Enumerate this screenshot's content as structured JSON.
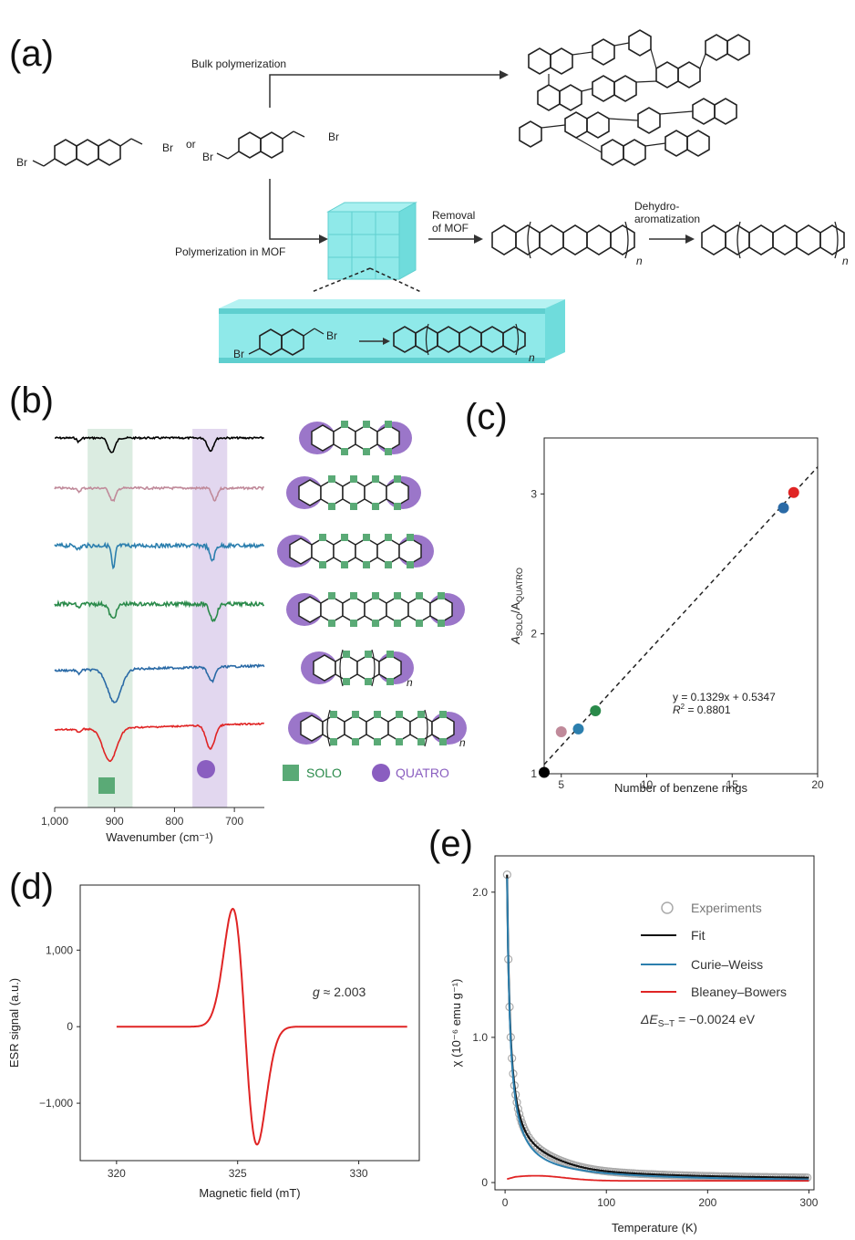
{
  "panels": {
    "a": {
      "label": "(a)",
      "bulk_polymerization": "Bulk polymerization",
      "polymerization_in_mof": "Polymerization in MOF",
      "removal_line1": "Removal",
      "removal_line2": "of MOF",
      "dehydro_line1": "Dehydro-",
      "dehydro_line2": "aromatization",
      "br": "Br",
      "or": "or",
      "n": "n"
    },
    "b": {
      "label": "(b)",
      "xlabel": "Wavenumber (cm⁻¹)",
      "xticks": [
        "1,000",
        "900",
        "800",
        "700"
      ],
      "legend_solo": "SOLO",
      "legend_quatro": "QUATRO"
    },
    "c": {
      "label": "(c)"
    },
    "d": {
      "label": "(d)"
    },
    "e": {
      "label": "(e)"
    }
  },
  "colors": {
    "black": "#000000",
    "pink": "#c08a9a",
    "teal": "#2c7fae",
    "green": "#2a8a4a",
    "blue": "#2a6aa6",
    "red": "#e02424",
    "solo_green": "#5aaa76",
    "quatro_purple": "#8a5ec0",
    "mof_cyan": "#7fe6e6"
  },
  "chart_data": [
    {
      "panel": "b",
      "type": "line",
      "xlabel": "Wavenumber (cm⁻¹)",
      "xlim": [
        1000,
        650
      ],
      "xticks": [
        1000,
        900,
        800,
        700
      ],
      "highlight_bands": [
        {
          "name": "SOLO",
          "range": [
            945,
            870
          ],
          "color": "#5aaa76"
        },
        {
          "name": "QUATRO",
          "range": [
            770,
            712
          ],
          "color": "#8a5ec0"
        }
      ],
      "series": [
        {
          "color": "#000000",
          "solo_dip": 905,
          "quatro_dip": 740
        },
        {
          "color": "#c08a9a",
          "solo_dip": 903,
          "quatro_dip": 733
        },
        {
          "color": "#2c7fae",
          "solo_dip": 902,
          "quatro_dip": 737
        },
        {
          "color": "#2a8a4a",
          "solo_dip": 903,
          "quatro_dip": 735
        },
        {
          "color": "#2a6aa6",
          "solo_dip": 900,
          "quatro_dip": 738
        },
        {
          "color": "#e02424",
          "solo_dip": 908,
          "quatro_dip": 740
        }
      ]
    },
    {
      "panel": "c",
      "type": "scatter",
      "xlabel": "Number of benzene rings",
      "ylabel": "A_SOLO/A_QUATRO",
      "ylabel_main": "A",
      "ylabel_sub1": "SOLO",
      "ylabel_mid": "/A",
      "ylabel_sub2": "QUATRO",
      "xlim": [
        4,
        20
      ],
      "ylim": [
        1,
        3.4
      ],
      "xticks": [
        5,
        10,
        15,
        20
      ],
      "yticks": [
        1,
        2,
        3
      ],
      "points": [
        {
          "x": 4,
          "y": 1.01,
          "color": "#000000"
        },
        {
          "x": 5,
          "y": 1.3,
          "color": "#c08a9a"
        },
        {
          "x": 6,
          "y": 1.32,
          "color": "#2c7fae"
        },
        {
          "x": 7,
          "y": 1.45,
          "color": "#2a8a4a"
        },
        {
          "x": 18,
          "y": 2.9,
          "color": "#2a6aa6"
        },
        {
          "x": 18.6,
          "y": 3.01,
          "color": "#e02424"
        }
      ],
      "fit": {
        "slope": 0.1329,
        "intercept": 0.5347
      },
      "fit_equation": "y = 0.1329x + 0.5347",
      "r2_label": "R",
      "r2_value": " = 0.8801"
    },
    {
      "panel": "d",
      "type": "line",
      "xlabel": "Magnetic field (mT)",
      "ylabel": "ESR signal (a.u.)",
      "xlim": [
        318.5,
        332.5
      ],
      "ylim": [
        -1750,
        1850
      ],
      "xticks": [
        320,
        325,
        330
      ],
      "yticks": [
        1000,
        0,
        -1000
      ],
      "yticklabels": [
        "1,000",
        "0",
        "−1,000"
      ],
      "peak": {
        "x": 324.8,
        "y": 1540
      },
      "trough": {
        "x": 325.8,
        "y": -1560
      },
      "annotation_g": "g",
      "annotation_value": " ≈ 2.003",
      "color": "#e02424"
    },
    {
      "panel": "e",
      "type": "line",
      "xlabel": "Temperature (K)",
      "ylabel": "χ (10⁻⁶ emu g⁻¹)",
      "xlim": [
        -10,
        305
      ],
      "ylim": [
        -0.05,
        2.25
      ],
      "xticks": [
        0,
        100,
        200,
        300
      ],
      "yticks": [
        0,
        1.0,
        2.0
      ],
      "yticklabels": [
        "0",
        "1.0",
        "2.0"
      ],
      "curie_weiss": {
        "C": 6.5,
        "offset": 0.0
      },
      "series": [
        {
          "name": "Experiments",
          "color": "#aaaaaa",
          "style": "circles"
        },
        {
          "name": "Fit",
          "color": "#111111",
          "style": "line"
        },
        {
          "name": "Curie–Weiss",
          "color": "#2c7fae",
          "style": "line"
        },
        {
          "name": "Bleaney–Bowers",
          "color": "#e02424",
          "style": "line"
        }
      ],
      "delta_label": "ΔE",
      "delta_sub": "S–T",
      "delta_value": " = −0.0024 eV"
    }
  ]
}
